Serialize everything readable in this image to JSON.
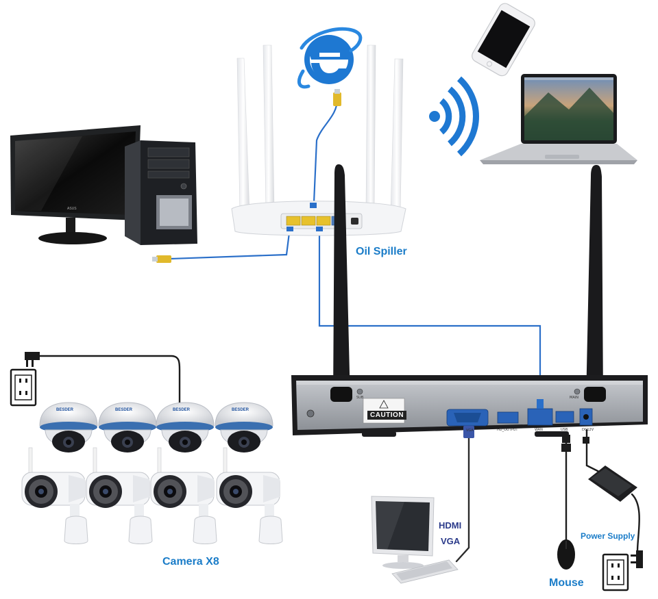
{
  "labels": {
    "router": "Oil Spiller",
    "cameras": "Camera X8",
    "hdmi": "HDMI",
    "vga": "VGA",
    "power_supply": "Power Supply",
    "mouse": "Mouse",
    "caution": "CAUTION"
  },
  "nvr_ports": {
    "sub": "SUB",
    "main": "MAIN",
    "vga": "VGA",
    "hdmi": "HD_OUTPUT",
    "wan": "WAN",
    "usb": "USB",
    "dc": "DC12V"
  },
  "brands": {
    "camera": "BESDER",
    "monitor": "ASUS"
  },
  "icons": [
    "internet-explorer-icon",
    "wifi-signal-icon",
    "power-outlet-icon",
    "power-plug-icon"
  ],
  "colors": {
    "label_blue": "#1a7cc8",
    "cable_blue": "#2a6fc9",
    "ie_blue": "#1e78d2",
    "nvr_dark": "#1c1c1e",
    "nvr_panel": "#a8acb2"
  }
}
